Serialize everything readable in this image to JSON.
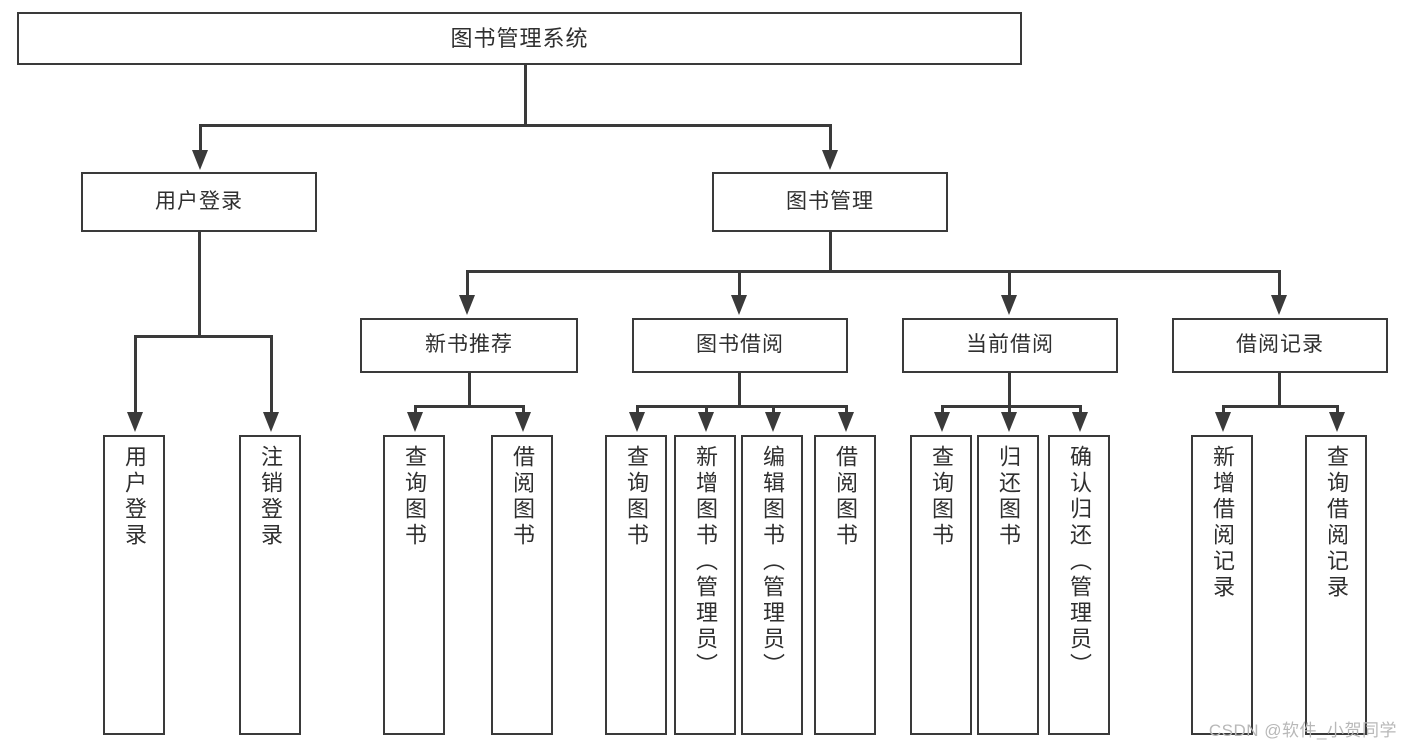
{
  "diagram": {
    "title": "图书管理系统",
    "type": "functional-structure-tree",
    "root": {
      "label": "图书管理系统"
    },
    "level2": [
      {
        "label": "用户登录"
      },
      {
        "label": "图书管理"
      }
    ],
    "level3": [
      {
        "label": "新书推荐"
      },
      {
        "label": "图书借阅"
      },
      {
        "label": "当前借阅"
      },
      {
        "label": "借阅记录"
      }
    ],
    "leaves": [
      {
        "label": "用户登录",
        "parent": "用户登录"
      },
      {
        "label": "注销登录",
        "parent": "用户登录"
      },
      {
        "label": "查询图书",
        "parent": "新书推荐"
      },
      {
        "label": "借阅图书",
        "parent": "新书推荐"
      },
      {
        "label": "查询图书",
        "parent": "图书借阅"
      },
      {
        "label": "新增图书（管理员）",
        "parent": "图书借阅"
      },
      {
        "label": "编辑图书（管理员）",
        "parent": "图书借阅"
      },
      {
        "label": "借阅图书",
        "parent": "图书借阅"
      },
      {
        "label": "查询图书",
        "parent": "当前借阅"
      },
      {
        "label": "归还图书",
        "parent": "当前借阅"
      },
      {
        "label": "确认归还（管理员）",
        "parent": "当前借阅"
      },
      {
        "label": "新增借阅记录",
        "parent": "借阅记录"
      },
      {
        "label": "查询借阅记录",
        "parent": "借阅记录"
      }
    ]
  },
  "watermark": {
    "text": "CSDN @软件_小贺同学"
  },
  "colors": {
    "stroke": "#3a3a3a",
    "text": "#2f2f2f",
    "background": "#ffffff",
    "watermark": "#b8b8b8"
  }
}
